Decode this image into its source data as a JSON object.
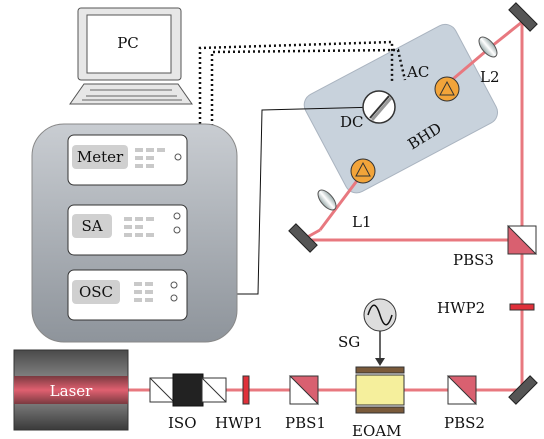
{
  "labels": {
    "pc": "PC",
    "meter": "Meter",
    "sa": "SA",
    "osc": "OSC",
    "ac": "AC",
    "dc": "DC",
    "bhd": "BHD",
    "l1": "L1",
    "l2": "L2",
    "pbs1": "PBS1",
    "pbs2": "PBS2",
    "pbs3": "PBS3",
    "hwp1": "HWP1",
    "hwp2": "HWP2",
    "iso": "ISO",
    "eoam": "EOAM",
    "sg": "SG",
    "laser": "Laser"
  },
  "colors": {
    "beam": "#e8787f",
    "instrument_rack": "#a8adb3",
    "bhd_box": "#c8d2dc",
    "detector": "#f2a43a",
    "eoam_crystal": "#f5ef9c",
    "eoam_electrode": "#7a5a3a",
    "hwp": "#e0303a"
  }
}
